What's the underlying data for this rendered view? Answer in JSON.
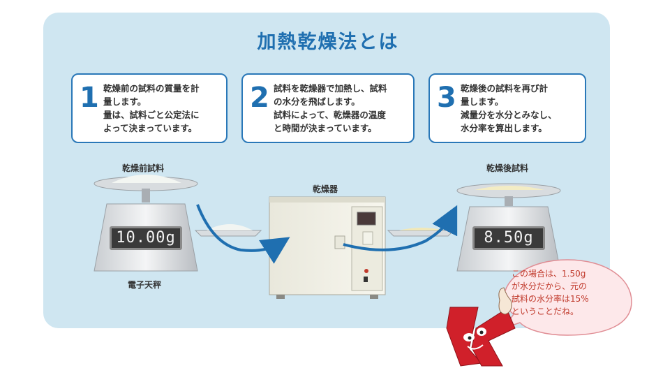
{
  "title": "加熱乾燥法とは",
  "steps": [
    {
      "number": "1",
      "lines": [
        "乾燥前の試料の質量を計",
        "量します。",
        "量は、試料ごと公定法に",
        "よって決まっています。"
      ]
    },
    {
      "number": "2",
      "lines": [
        "試料を乾燥器で加熱し、試料",
        "の水分を飛ばします。",
        "試料によって、乾燥器の温度",
        "と時間が決まっています。"
      ]
    },
    {
      "number": "3",
      "lines": [
        "乾燥後の試料を再び計",
        "量します。",
        "減量分を水分とみなし、",
        "水分率を算出します。"
      ]
    }
  ],
  "labels": {
    "before_sample": "乾燥前試料",
    "scale": "電子天秤",
    "dryer": "乾燥器",
    "after_sample": "乾燥後試料"
  },
  "readouts": {
    "before": "10.00g",
    "after": "8.50g"
  },
  "speech": [
    "この場合は、1.50g",
    "が水分だから、元の",
    "試料の水分率は15%",
    "ということだね。"
  ],
  "colors": {
    "accent": "#1f6fb0",
    "panel": "#cfe6f1",
    "speech_text": "#c0392b",
    "mascot": "#d0202a"
  },
  "icons": [
    "scale-icon",
    "dryer-icon",
    "arrow-icon",
    "mascot-icon"
  ]
}
